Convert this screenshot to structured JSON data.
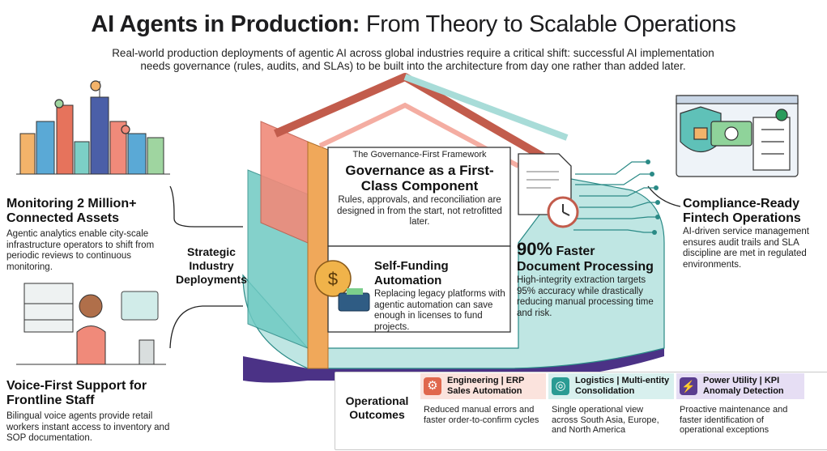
{
  "header": {
    "title_bold": "AI Agents in Production:",
    "title_light": "From Theory to Scalable Operations",
    "subtitle": "Real-world production deployments of agentic AI across global industries require a critical shift: successful AI implementation needs governance (rules, audits, and SLAs) to be built into the architecture from day one rather than added later."
  },
  "left": {
    "monitoring_title": "Monitoring 2 Million+ Connected Assets",
    "monitoring_text": "Agentic analytics enable city-scale infrastructure operators to shift from periodic reviews to continuous monitoring.",
    "voice_title": "Voice-First Support for Frontline Staff",
    "voice_text": "Bilingual voice agents provide retail workers instant access to inventory and SOP documentation.",
    "strategic_label": "Strategic Industry Deployments"
  },
  "center": {
    "framework_label": "The Governance-First Framework",
    "governance_title": "Governance as a First-Class Component",
    "governance_text": "Rules, approvals, and reconciliation are designed in from the start, not retrofitted later.",
    "selffunding_title": "Self-Funding Automation",
    "selffunding_text": "Replacing legacy platforms with agentic automation can save enough in licenses to fund projects.",
    "doc_stat": "90%",
    "doc_title_rest": "Faster",
    "doc_title_line2": "Document Processing",
    "doc_text": "High-integrity extraction targets 95% accuracy while drastically reducing manual processing time and risk."
  },
  "right": {
    "compliance_title": "Compliance-Ready Fintech Operations",
    "compliance_text": "AI-driven service management ensures audit trails and SLA discipline are met in regulated environments."
  },
  "outcomes": {
    "label": "Operational Outcomes",
    "items": [
      {
        "title": "Engineering | ERP Sales Automation",
        "text": "Reduced manual errors and faster order-to-confirm cycles",
        "icon": "gear-icon",
        "color": "#fbe3dd",
        "accent": "#e0684d"
      },
      {
        "title": "Logistics | Multi-entity Consolidation",
        "text": "Single operational view across South Asia, Europe, and North America",
        "icon": "globe-icon",
        "color": "#d8f0ee",
        "accent": "#2a9b93"
      },
      {
        "title": "Power Utility | KPI Anomaly Detection",
        "text": "Proactive maintenance and faster identification of operational exceptions",
        "icon": "power-tower-icon",
        "color": "#e6def4",
        "accent": "#5a3d8f"
      }
    ]
  }
}
